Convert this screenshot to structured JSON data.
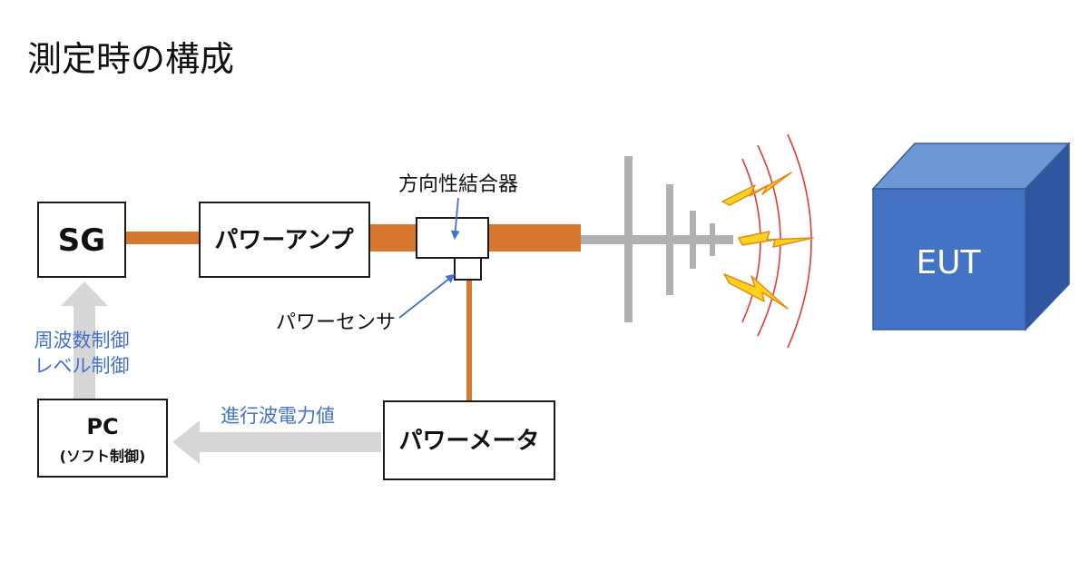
{
  "title": "測定時の構成",
  "blocks": {
    "sg": "SG",
    "amp": "パワーアンプ",
    "meter": "パワーメータ",
    "pc_line1": "PC",
    "pc_line2": "(ソフト制御)",
    "eut": "EUT"
  },
  "labels": {
    "coupler": "方向性結合器",
    "sensor": "パワーセンサ",
    "control_line1": "周波数制御",
    "control_line2": "レベル制御",
    "forward_power": "進行波電力値"
  },
  "colors": {
    "cable": "#d8772e",
    "arrow_gray": "#d6d6d6",
    "label_blue": "#4472c4",
    "eut_front": "#4472c4",
    "field_red": "#e03a3a",
    "spark_yellow": "#ffd21f"
  }
}
